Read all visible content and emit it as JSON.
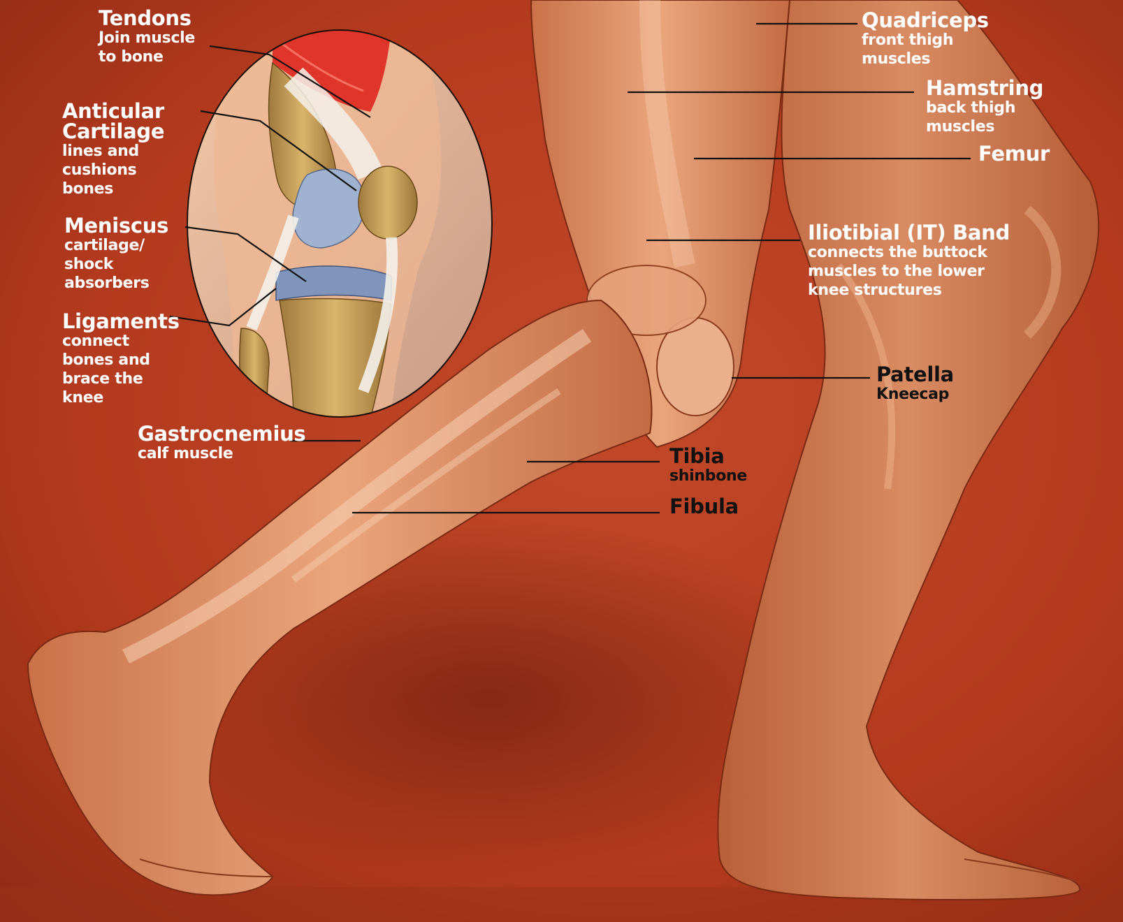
{
  "diagram": {
    "labels": [
      {
        "id": "tendons",
        "title": "Tendons",
        "lines": [
          "Join muscle",
          "to bone"
        ]
      },
      {
        "id": "articular-cartilage",
        "title_lines": [
          "Anticular",
          "Cartilage"
        ],
        "lines": [
          "lines and",
          "cushions",
          "bones"
        ]
      },
      {
        "id": "meniscus",
        "title": "Meniscus",
        "lines": [
          "cartilage/",
          "shock",
          "absorbers"
        ]
      },
      {
        "id": "ligaments",
        "title": "Ligaments",
        "lines": [
          "connect",
          "bones and",
          "brace the",
          "knee"
        ]
      },
      {
        "id": "gastrocnemius",
        "title": "Gastrocnemius",
        "lines": [
          "calf muscle"
        ]
      },
      {
        "id": "quadriceps",
        "title": "Quadriceps",
        "lines": [
          "front thigh",
          "muscles"
        ]
      },
      {
        "id": "hamstring",
        "title": "Hamstring",
        "lines": [
          "back thigh",
          "muscles"
        ]
      },
      {
        "id": "femur",
        "title": "Femur",
        "lines": []
      },
      {
        "id": "it-band",
        "title": "Iliotibial (IT) Band",
        "lines": [
          "connects the buttock",
          "muscles to the lower",
          "knee structures"
        ]
      },
      {
        "id": "patella",
        "title": "Patella",
        "lines": [
          "Kneecap"
        ]
      },
      {
        "id": "tibia",
        "title": "Tibia",
        "lines": [
          "shinbone"
        ]
      },
      {
        "id": "fibula",
        "title": "Fibula",
        "lines": []
      }
    ]
  },
  "colors": {
    "background": "#b2381d",
    "skin": "#e49a72",
    "bone": "#f1e2c4",
    "muscle_red": "#e0352a",
    "cartilage_blue": "#9fb2cf",
    "label_light": "#ffffff",
    "label_dark": "#111111"
  }
}
